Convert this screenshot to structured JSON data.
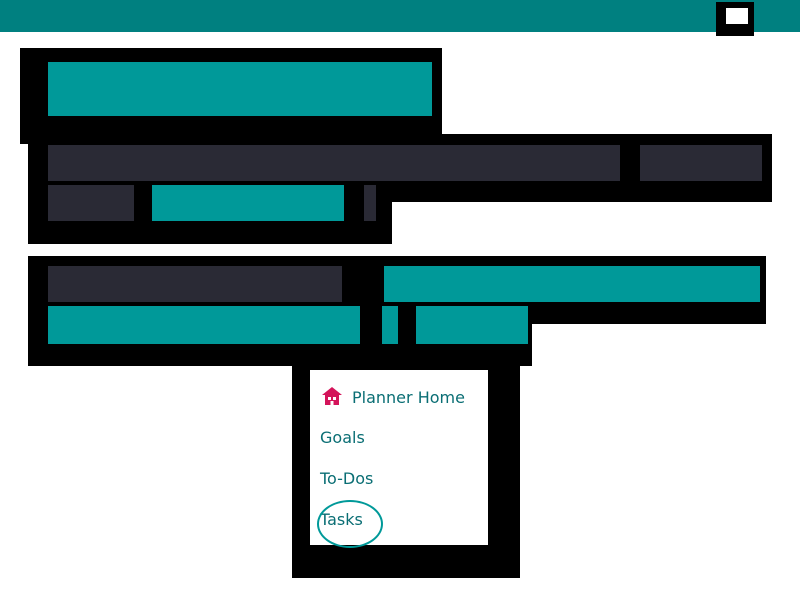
{
  "menu": {
    "items": [
      {
        "label": "Planner Home",
        "icon": "home-icon"
      },
      {
        "label": "Goals"
      },
      {
        "label": "To-Dos"
      },
      {
        "label": "Tasks",
        "highlighted": true
      }
    ]
  },
  "colors": {
    "topbar": "#008080",
    "accent": "#009999",
    "redacted_dark": "#2a2a35",
    "menu_text": "#0a6e74",
    "home_icon": "#d4145a"
  }
}
